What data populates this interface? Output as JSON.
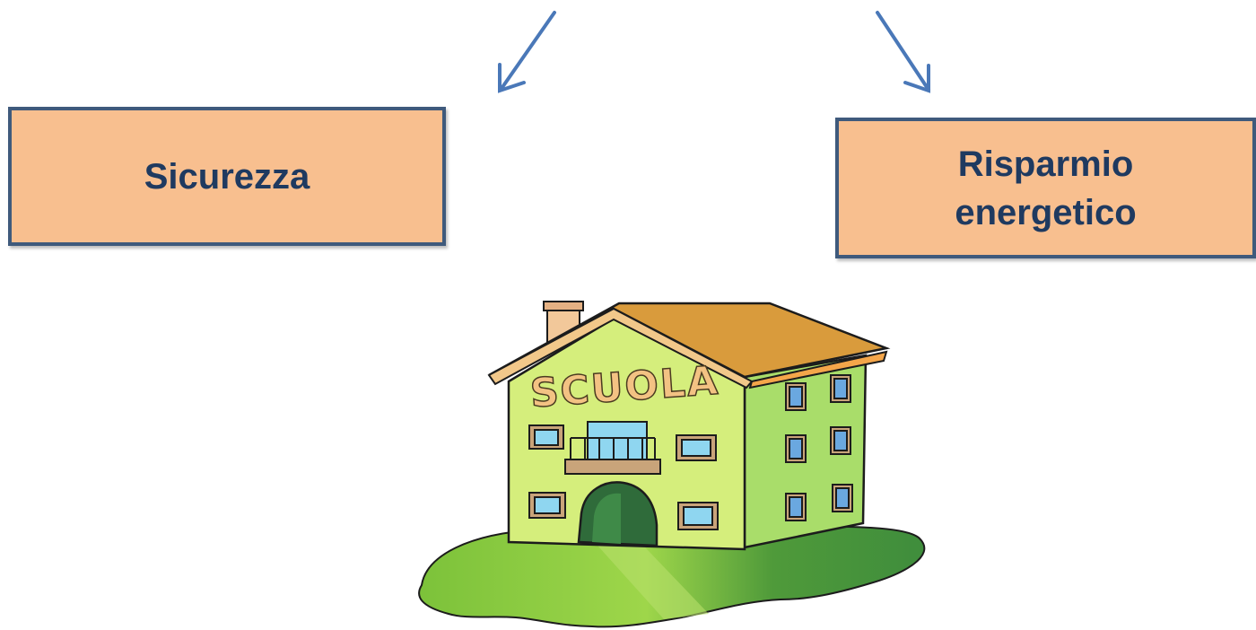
{
  "boxes": {
    "left": {
      "lines": [
        "Sicurezza"
      ]
    },
    "right": {
      "lines": [
        "Risparmio",
        "energetico"
      ]
    }
  },
  "illustration": {
    "sign_text": "SCUOLA"
  },
  "colors": {
    "box_fill": "#f8bf8f",
    "box_border": "#3f5a7c",
    "text": "#1f3a60",
    "arrow": "#4a78b8"
  },
  "icons": [
    "school-building-icon",
    "arrow-icon"
  ]
}
